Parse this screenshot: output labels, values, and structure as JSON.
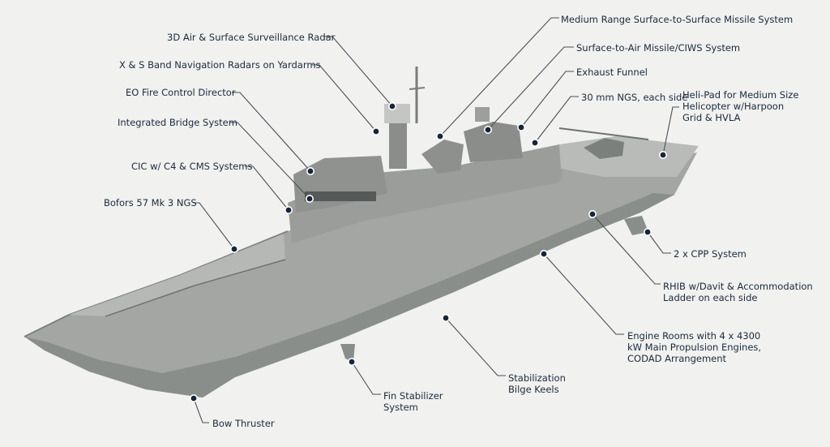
{
  "labels": {
    "mrssm": "Medium Range Surface-to-Surface Missile System",
    "radar3d": "3D Air & Surface Surveillance Radar",
    "sam": "Surface-to-Air Missile/CIWS System",
    "navradar": "X & S Band Navigation Radars on Yardarms",
    "funnel": "Exhaust Funnel",
    "eofcd": "EO Fire Control Director",
    "ngs30": "30 mm NGS, each side",
    "helipad": [
      "Heli-Pad for Medium Size",
      "Helicopter w/Harpoon",
      "Grid & HVLA"
    ],
    "ibs": "Integrated Bridge System",
    "cic": "CIC w/ C4 & CMS Systems",
    "bofors": "Bofors 57 Mk 3 NGS",
    "cpp": "2 x CPP System",
    "rhib": [
      "RHIB w/Davit & Accommodation",
      "Ladder on each side"
    ],
    "engine": [
      "Engine Rooms with 4 x 4300",
      "kW Main Propulsion Engines,",
      "CODAD Arrangement"
    ],
    "bilge": [
      "Stabilization",
      "Bilge Keels"
    ],
    "fin": [
      "Fin Stabilizer",
      "System"
    ],
    "bowthruster": "Bow Thruster"
  },
  "colors": {
    "background": "#f1f1f0",
    "hull": "#a3a6a3",
    "hull_shadow": "#7d817e",
    "text": "#1b2a3a",
    "leader": "#4a4f55",
    "marker": "#16263a"
  }
}
